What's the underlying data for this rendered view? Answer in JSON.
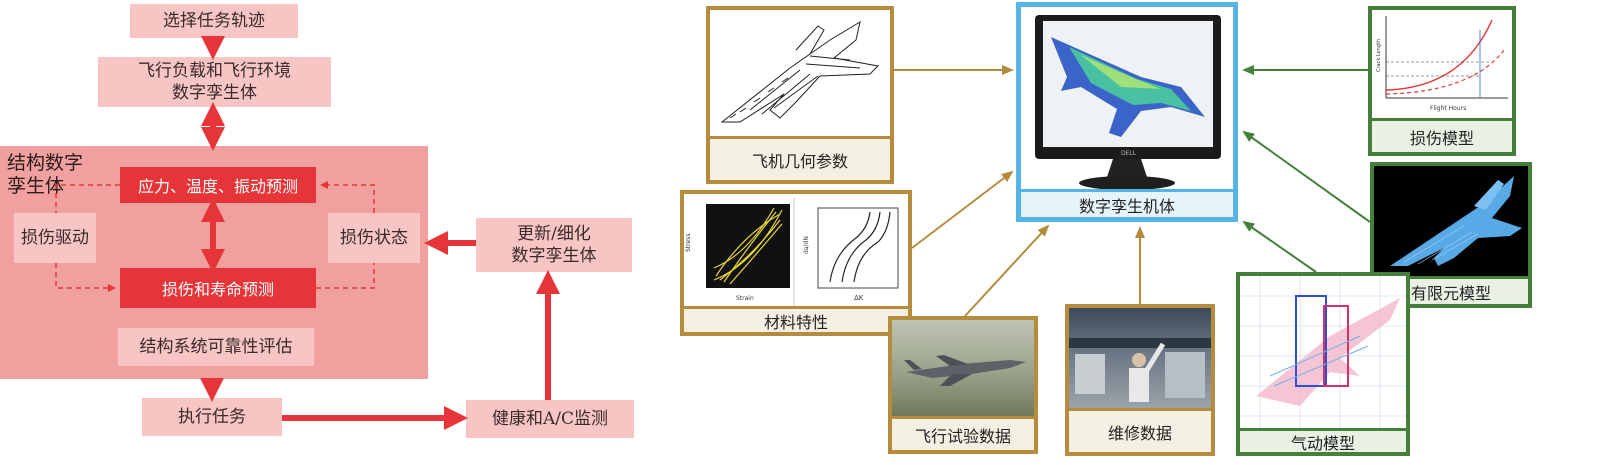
{
  "flowchart": {
    "select_mission": "选择任务轨迹",
    "flight_env_line1": "飞行负载和飞行环境",
    "flight_env_line2": "数字孪生体",
    "structure_title_line1": "结构数字",
    "structure_title_line2": "孪生体",
    "stress_pred": "应力、温度、振动预测",
    "damage_drive": "损伤驱动",
    "damage_state": "损伤状态",
    "damage_life": "损伤和寿命预测",
    "reliability": "结构系统可靠性评估",
    "execute": "执行任务",
    "health": "健康和A/C监测",
    "update_line1": "更新/细化",
    "update_line2": "数字孪生体"
  },
  "diagram": {
    "center": "数字孪生机体",
    "geometry": "飞机几何参数",
    "material": "材料特性",
    "flight_test": "飞行试验数据",
    "maintenance": "维修数据",
    "damage_model": "损伤模型",
    "fem": "有限元模型",
    "aero": "气动模型"
  },
  "plot_labels": {
    "stress": "Stress",
    "strain": "Strain",
    "dadn": "da/dN",
    "dk": "ΔK",
    "flight_hours": "Flight Hours",
    "crack_length": "Crack Length",
    "monitor": "DELL"
  },
  "colors": {
    "red": "#e63538",
    "pink": "#f6c5c4",
    "panel": "#f0a19f",
    "gold": "#b58c3d",
    "green": "#44803a",
    "blue": "#54b4e5"
  }
}
